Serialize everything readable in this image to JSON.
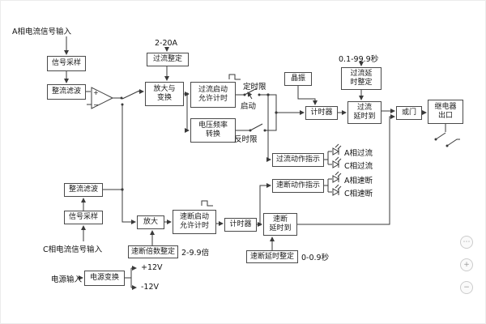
{
  "diagram": {
    "inputs": {
      "phase_a": "A相电流信号输入",
      "phase_c": "C相电流信号输入",
      "power": "电源输入"
    },
    "blocks": {
      "sig_sample_a": "信号采样",
      "rect_filter_a": "整流滤波",
      "oc_setting": "过流整定",
      "amp_conv": {
        "line1": "放大与",
        "line2": "变换"
      },
      "oc_start_timing": {
        "line1": "过流启动",
        "line2": "允许计时"
      },
      "vf_conv": {
        "line1": "电压频率",
        "line2": "转换"
      },
      "crystal": "晶振",
      "oc_delay_setting": {
        "line1": "过流延",
        "line2": "时整定"
      },
      "timer1": "计时器",
      "oc_delay_reached": {
        "line1": "过流",
        "line2": "延时到"
      },
      "or_gate": "或门",
      "relay_out": {
        "line1": "继电器",
        "line2": "出口"
      },
      "oc_action_ind": "过流动作指示",
      "qb_action_ind": "速断动作指示",
      "rect_filter_c": "整流滤波",
      "sig_sample_c": "信号采样",
      "amp2": "放大",
      "qb_start_timing": {
        "line1": "速断启动",
        "line2": "允许计时"
      },
      "timer2": "计时器",
      "qb_delay_reached": {
        "line1": "速断",
        "line2": "延时到"
      },
      "qb_multiple_setting": "速断倍数整定",
      "qb_delay_setting": "速断延时整定",
      "power_conv": "电源变换"
    },
    "annotations": {
      "oc_range": "2-20A",
      "oc_delay_range": "0.1-99.9秒",
      "qb_multiple_range": "2-9.9倍",
      "qb_delay_range": "0-0.9秒",
      "definite_time": "定时限",
      "start": "启动",
      "inverse_time": "反时限",
      "v_plus": "+12V",
      "v_minus": "-12V"
    },
    "opamp": {
      "plus": "+",
      "minus": "−"
    },
    "leds": [
      {
        "label": "A相过流"
      },
      {
        "label": "C相过流"
      },
      {
        "label": "A相速断"
      },
      {
        "label": "C相速断"
      }
    ]
  },
  "side_widgets": {
    "buttons": [
      {
        "glyph": "⋯"
      },
      {
        "glyph": "+"
      },
      {
        "glyph": "−"
      }
    ]
  }
}
